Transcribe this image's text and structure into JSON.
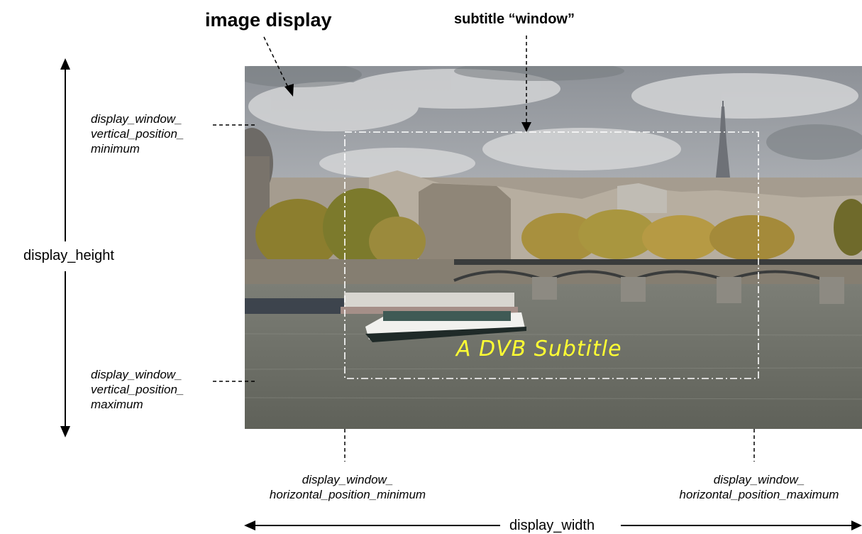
{
  "labels": {
    "image_display": "image display",
    "subtitle_window": "subtitle “window”",
    "display_height": "display_height",
    "display_width": "display_width",
    "v_min": [
      "display_window_",
      "vertical_position_",
      "minimum"
    ],
    "v_max": [
      "display_window_",
      "vertical_position_",
      "maximum"
    ],
    "h_min": [
      "display_window_",
      "horizontal_position_minimum"
    ],
    "h_max": [
      "display_window_",
      "horizontal_position_maximum"
    ]
  },
  "subtitle_text": "A DVB Subtitle",
  "colors": {
    "subtitle": "#ffff33",
    "window_border": "#ffffff",
    "sky": "#a9aeb3",
    "river": "#6e7066",
    "foliage": "#9a8a3a"
  }
}
